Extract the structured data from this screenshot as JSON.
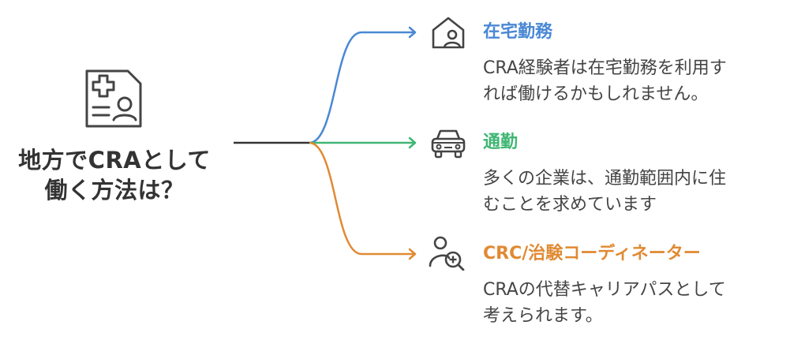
{
  "root": {
    "title": "地方でCRAとして\n働く方法は？",
    "icon": "medical-profile-card-icon"
  },
  "branches": [
    {
      "title": "在宅勤務",
      "description": "CRA経験者は在宅勤務を利用す\nれば働けるかもしれません。",
      "color": "#4a88d4",
      "icon": "house-person-icon"
    },
    {
      "title": "通勤",
      "description": "多くの企業は、通勤範囲内に住\nむことを求めています",
      "color": "#3fb673",
      "icon": "car-icon"
    },
    {
      "title": "CRC/治験コーディネーター",
      "description": "CRAの代替キャリアパスとして\n考えられます。",
      "color": "#e08a33",
      "icon": "person-medical-search-icon"
    }
  ],
  "colors": {
    "root_line": "#333333",
    "icon_stroke": "#444444"
  }
}
